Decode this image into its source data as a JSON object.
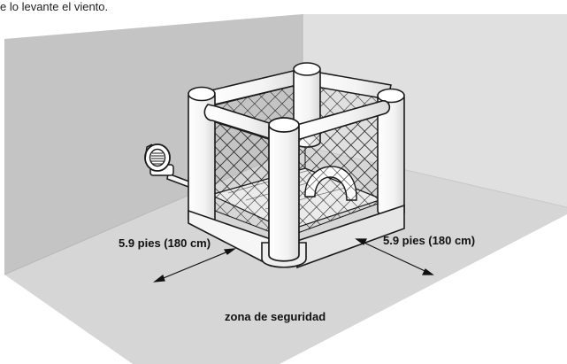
{
  "caption_fragment": "e lo levante el viento.",
  "labels": {
    "left_distance": "5.9 pies (180 cm)",
    "right_distance": "5.9 pies (180 cm)",
    "safety_zone": "zona de seguridad"
  },
  "icons": {
    "blower": "blower-fan-icon",
    "bounce_house": "inflatable-bounce-house-icon"
  },
  "colors": {
    "wall_left": "#c4c4c4",
    "wall_back": "#e0e0e0",
    "floor": "#d6d6d6",
    "outline": "#1a1a1a",
    "inflatable": "#f7f7f7"
  }
}
